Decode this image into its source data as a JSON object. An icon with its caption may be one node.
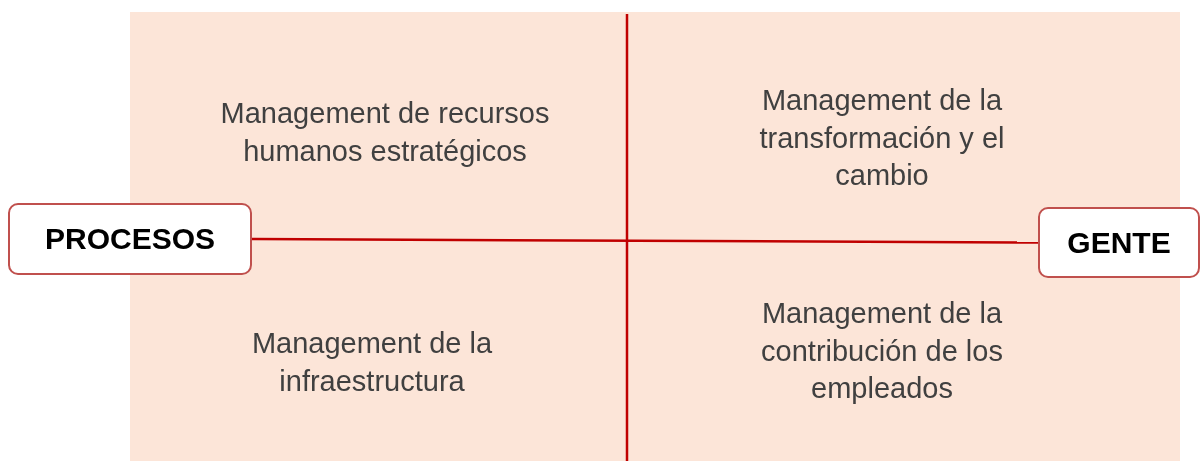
{
  "diagram": {
    "nodes": [
      {
        "text": [
          "PROCESOS"
        ]
      },
      {
        "text": [
          "GENTE"
        ]
      }
    ],
    "edges": [
      {
        "from": 0,
        "to": 1,
        "arrow": "none"
      }
    ],
    "labels": [
      "Management de recursos humanos estratégicos",
      "Management de la transformación y el cambio",
      "Management de la infraestructura",
      "Management de la contribución de los empleados"
    ]
  }
}
